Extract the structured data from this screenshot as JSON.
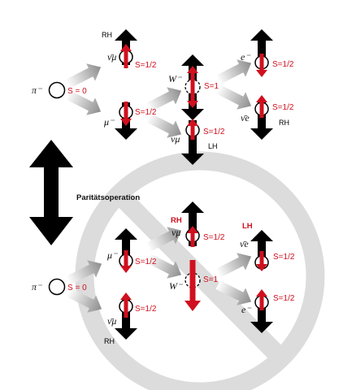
{
  "diagram": {
    "operation_label": "Paritätsoperation",
    "top": {
      "pion": {
        "particle": "π⁻",
        "spin": "S = 0"
      },
      "antineutrino": {
        "particle": "ν̄μ",
        "spin": "S=1/2",
        "handedness": "RH"
      },
      "muon": {
        "particle": "μ⁻",
        "spin": "S=1/2"
      },
      "w_boson": {
        "particle": "W⁻",
        "spin": "S=1"
      },
      "neutrino": {
        "particle": "νμ",
        "spin": "S=1/2",
        "handedness": "LH"
      },
      "electron": {
        "particle": "e⁻",
        "spin": "S=1/2"
      },
      "electron_antineutrino": {
        "particle": "ν̄e",
        "spin": "S=1/2",
        "handedness": "RH"
      }
    },
    "bottom": {
      "pion": {
        "particle": "π⁻",
        "spin": "S = 0"
      },
      "muon": {
        "particle": "μ⁻",
        "spin": "S=1/2"
      },
      "antineutrino": {
        "particle": "ν̄μ",
        "spin": "S=1/2",
        "handedness": "RH"
      },
      "neutrino": {
        "particle": "νμ",
        "spin": "S=1/2",
        "handedness": "RH"
      },
      "w_boson": {
        "particle": "W⁻",
        "spin": "S=1"
      },
      "electron_antineutrino": {
        "particle": "ν̄e",
        "spin": "S=1/2",
        "handedness": "LH"
      },
      "electron": {
        "particle": "e⁻",
        "spin": "S=1/2"
      }
    },
    "colors": {
      "spin_red": "#d0101e",
      "arrow_black": "#000000",
      "flow_gray": "#9a9a9a",
      "forbidden_gray": "#dcdcdc"
    }
  }
}
